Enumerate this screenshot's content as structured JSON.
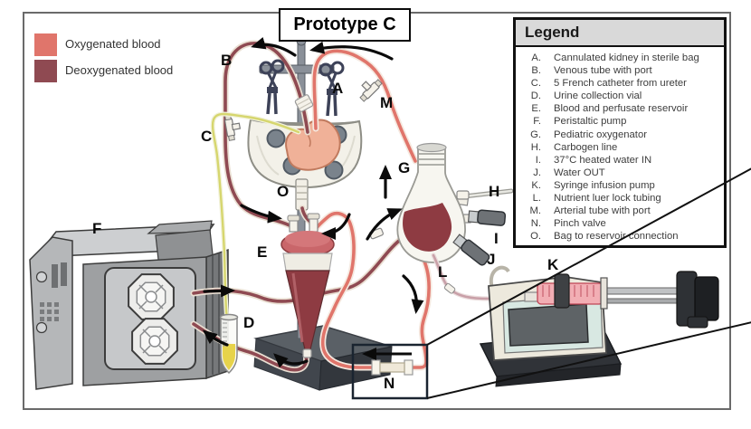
{
  "title": "Prototype C",
  "blood_key": {
    "oxygenated": {
      "label": "Oxygenated blood",
      "color": "#E0756B"
    },
    "deoxygenated": {
      "label": "Deoxygenated blood",
      "color": "#8F4A52"
    }
  },
  "legend": {
    "title": "Legend",
    "items": [
      {
        "key": "A.",
        "label": "Cannulated kidney in sterile bag"
      },
      {
        "key": "B.",
        "label": "Venous tube with port"
      },
      {
        "key": "C.",
        "label": "5 French catheter from ureter"
      },
      {
        "key": "D.",
        "label": "Urine collection vial"
      },
      {
        "key": "E.",
        "label": "Blood and perfusate reservoir"
      },
      {
        "key": "F.",
        "label": "Peristaltic pump"
      },
      {
        "key": "G.",
        "label": "Pediatric oxygenator"
      },
      {
        "key": "H.",
        "label": "Carbogen line"
      },
      {
        "key": "I.",
        "label": "37°C heated water IN"
      },
      {
        "key": "J.",
        "label": "Water OUT"
      },
      {
        "key": "K.",
        "label": "Syringe infusion pump"
      },
      {
        "key": "L.",
        "label": "Nutrient luer lock tubing"
      },
      {
        "key": "M.",
        "label": "Arterial tube with port"
      },
      {
        "key": "N.",
        "label": "Pinch valve"
      },
      {
        "key": "O.",
        "label": "Bag to reservoir connection"
      }
    ]
  },
  "diagram_labels": {
    "A": "A",
    "B": "B",
    "C": "C",
    "D": "D",
    "E": "E",
    "F": "F",
    "G": "G",
    "H": "H",
    "I": "I",
    "J": "J",
    "K": "K",
    "L": "L",
    "M": "M",
    "N": "N",
    "O": "O"
  }
}
